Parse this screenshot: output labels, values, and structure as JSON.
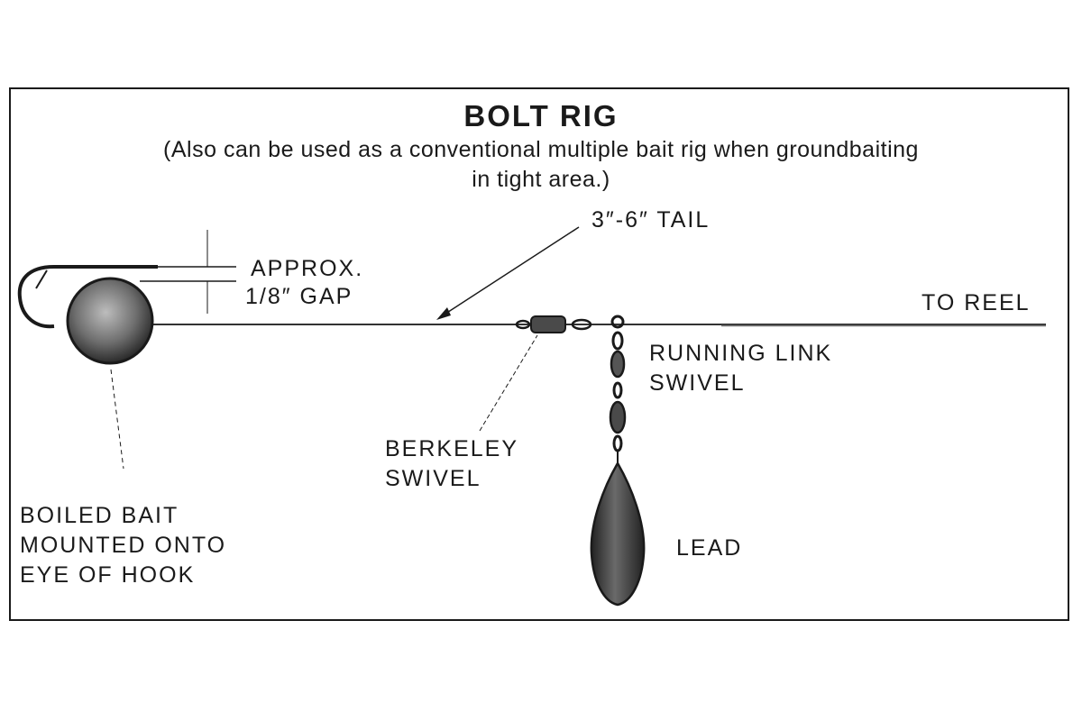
{
  "diagram": {
    "title": "BOLT RIG",
    "subtitle_line1": "(Also can be used as a conventional multiple bait rig when groundbaiting",
    "subtitle_line2": "in tight area.)",
    "labels": {
      "tail": "3″-6″ TAIL",
      "gap_line1": "APPROX.",
      "gap_line2": "1/8″ GAP",
      "to_reel": "TO REEL",
      "running_link_line1": "RUNNING LINK",
      "running_link_line2": "SWIVEL",
      "berkeley_line1": "BERKELEY",
      "berkeley_line2": "SWIVEL",
      "lead": "LEAD",
      "bait_line1": "BOILED BAIT",
      "bait_line2": "MOUNTED ONTO",
      "bait_line3": "EYE OF HOOK"
    }
  }
}
